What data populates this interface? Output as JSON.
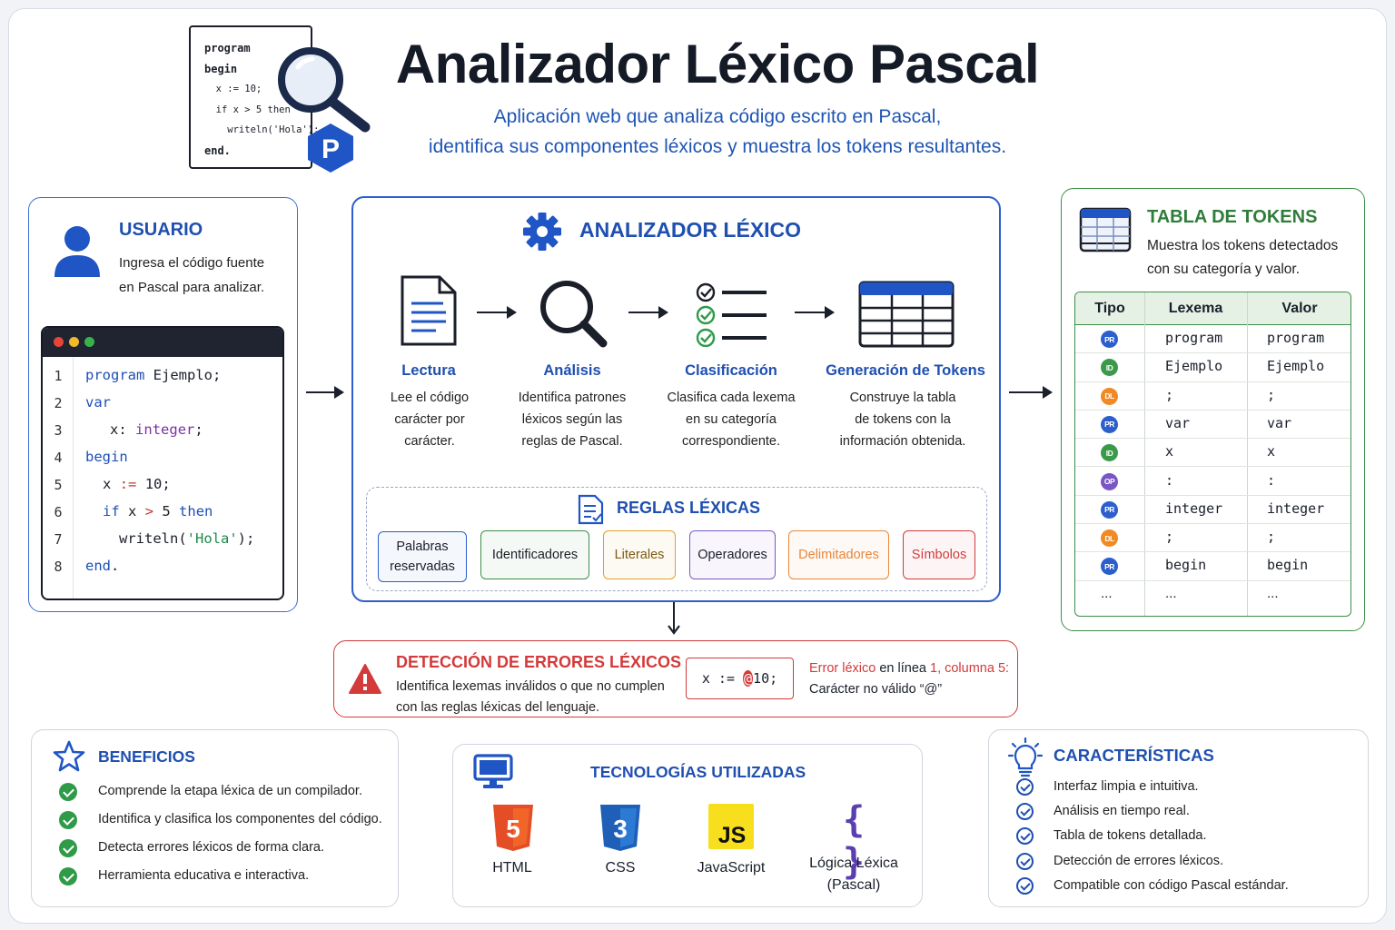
{
  "header": {
    "title": "Analizador Léxico Pascal",
    "subtitle_line1": "Aplicación web que analiza código escrito en Pascal,",
    "subtitle_line2": "identifica sus componentes léxicos y muestra los tokens resultantes.",
    "illustration_code": [
      "program",
      "begin",
      "  x := 10;",
      "  if x > 5 then",
      "    writeln('Hola');",
      "end."
    ],
    "illustration_badge": "P"
  },
  "usuario": {
    "heading": "USUARIO",
    "desc_line1": "Ingresa el código fuente",
    "desc_line2": "en Pascal para analizar.",
    "editor_lines": [
      {
        "n": "1",
        "code": "program Ejemplo;"
      },
      {
        "n": "2",
        "code": "var"
      },
      {
        "n": "3",
        "code": "x: integer;"
      },
      {
        "n": "4",
        "code": "begin"
      },
      {
        "n": "5",
        "code": "x := 10;"
      },
      {
        "n": "6",
        "code": "if x > 5 then"
      },
      {
        "n": "7",
        "code": "writeln('Hola');"
      },
      {
        "n": "8",
        "code": "end."
      }
    ]
  },
  "analizador": {
    "heading": "ANALIZADOR LÉXICO",
    "steps": [
      {
        "title": "Lectura",
        "d1": "Lee el código",
        "d2": "carácter por",
        "d3": "carácter."
      },
      {
        "title": "Análisis",
        "d1": "Identifica patrones",
        "d2": "léxicos según las",
        "d3": "reglas de Pascal."
      },
      {
        "title": "Clasificación",
        "d1": "Clasifica cada lexema",
        "d2": "en su categoría",
        "d3": "correspondiente."
      },
      {
        "title": "Generación de Tokens",
        "d1": "Construye la tabla",
        "d2": "de tokens con la",
        "d3": "información obtenida."
      }
    ],
    "rules_heading": "REGLAS LÉXICAS",
    "rules": [
      {
        "line1": "Palabras",
        "line2": "reservadas",
        "color": "#2c5fcc"
      },
      {
        "line1": "Identificadores",
        "line2": "",
        "color": "#3b8f47"
      },
      {
        "line1": "Literales",
        "line2": "",
        "color": "#e0a12a"
      },
      {
        "line1": "Operadores",
        "line2": "",
        "color": "#7a55c4"
      },
      {
        "line1": "Delimitadores",
        "line2": "",
        "color": "#e8863a"
      },
      {
        "line1": "Símbolos",
        "line2": "",
        "color": "#d33a3a"
      }
    ]
  },
  "tokens": {
    "heading": "TABLA DE TOKENS",
    "desc_line1": "Muestra los tokens detectados",
    "desc_line2": "con su categoría y valor.",
    "columns": [
      "Tipo",
      "Lexema",
      "Valor"
    ],
    "rows": [
      {
        "badge": "PR",
        "color": "#2c5fcc",
        "lexema": "program",
        "valor": "program"
      },
      {
        "badge": "ID",
        "color": "#3b9a4a",
        "lexema": "Ejemplo",
        "valor": "Ejemplo"
      },
      {
        "badge": "DL",
        "color": "#f08a24",
        "lexema": ";",
        "valor": ";"
      },
      {
        "badge": "PR",
        "color": "#2c5fcc",
        "lexema": "var",
        "valor": "var"
      },
      {
        "badge": "ID",
        "color": "#3b9a4a",
        "lexema": "x",
        "valor": "x"
      },
      {
        "badge": "OP",
        "color": "#7a55c4",
        "lexema": ":",
        "valor": ":"
      },
      {
        "badge": "PR",
        "color": "#2c5fcc",
        "lexema": "integer",
        "valor": "integer"
      },
      {
        "badge": "DL",
        "color": "#f08a24",
        "lexema": ";",
        "valor": ";"
      },
      {
        "badge": "PR",
        "color": "#2c5fcc",
        "lexema": "begin",
        "valor": "begin"
      }
    ],
    "ellipsis": "..."
  },
  "errores": {
    "heading": "DETECCIÓN DE ERRORES LÉXICOS",
    "desc_line1": "Identifica lexemas inválidos o que no cumplen",
    "desc_line2": "con las reglas léxicas del lenguaje.",
    "code_before": "x := ",
    "code_bad": "@",
    "code_after": "10;",
    "msg_a": "Error léxico",
    "msg_b": " en línea ",
    "msg_c": "1, columna 5:",
    "msg_line2": "Carácter no válido “@”"
  },
  "beneficios": {
    "heading": "BENEFICIOS",
    "items": [
      "Comprende la etapa léxica de un compilador.",
      "Identifica y clasifica los componentes del código.",
      "Detecta errores léxicos de forma clara.",
      "Herramienta educativa e interactiva."
    ]
  },
  "tecnologias": {
    "heading": "TECNOLOGÍAS UTILIZADAS",
    "items": [
      {
        "label": "HTML",
        "label2": ""
      },
      {
        "label": "CSS",
        "label2": ""
      },
      {
        "label": "JavaScript",
        "label2": ""
      },
      {
        "label": "Lógica Léxica",
        "label2": "(Pascal)"
      }
    ],
    "logos": {
      "html": "5",
      "css": "3",
      "js": "JS",
      "braces": "{ }"
    }
  },
  "caracteristicas": {
    "heading": "CARACTERÍSTICAS",
    "items": [
      "Interfaz limpia e intuitiva.",
      "Análisis en tiempo real.",
      "Tabla de tokens detallada.",
      "Detección de errores léxicos.",
      "Compatible con código Pascal estándar."
    ]
  }
}
